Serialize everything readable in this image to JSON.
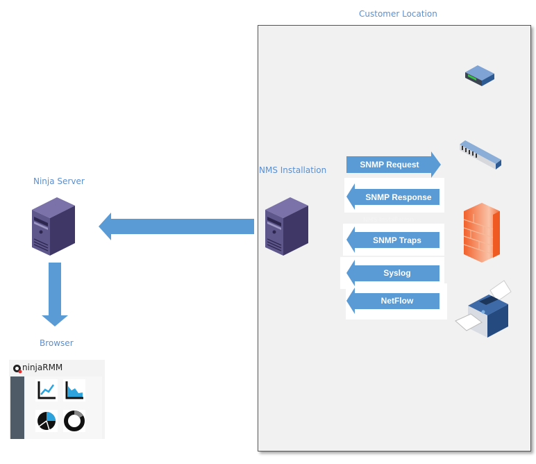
{
  "diagram": {
    "title_customer": "Customer Location",
    "nodes": {
      "ninja_server": {
        "label": "Ninja Server",
        "icon": "server-icon"
      },
      "nms_installation": {
        "label": "NMS Installation",
        "icon": "server-icon"
      },
      "browser": {
        "label": "Browser"
      },
      "router": {
        "icon": "router-icon"
      },
      "switch": {
        "icon": "switch-icon"
      },
      "firewall": {
        "icon": "firewall-icon"
      },
      "printer": {
        "icon": "printer-icon"
      }
    },
    "flows": [
      {
        "label": "SNMP Request",
        "direction": "right"
      },
      {
        "label": "SNMP Response",
        "direction": "left"
      },
      {
        "label": "SNMP Traps",
        "direction": "left"
      },
      {
        "label": "Syslog",
        "direction": "left"
      },
      {
        "label": "NetFlow",
        "direction": "left"
      }
    ],
    "faded_label": "NMS Installation",
    "connections": [
      {
        "from": "NMS Installation",
        "to": "Ninja Server"
      },
      {
        "from": "Ninja Server",
        "to": "Browser"
      }
    ]
  },
  "browser_app": {
    "title": "ninjaRMM",
    "widgets": [
      "line-chart-icon",
      "area-chart-icon",
      "pie-chart-icon",
      "donut-chart-icon"
    ]
  },
  "colors": {
    "arrow": "#5b9bd5",
    "label": "#5b8fcf",
    "server": "#5a5287",
    "firewall": "#f26a3a"
  }
}
